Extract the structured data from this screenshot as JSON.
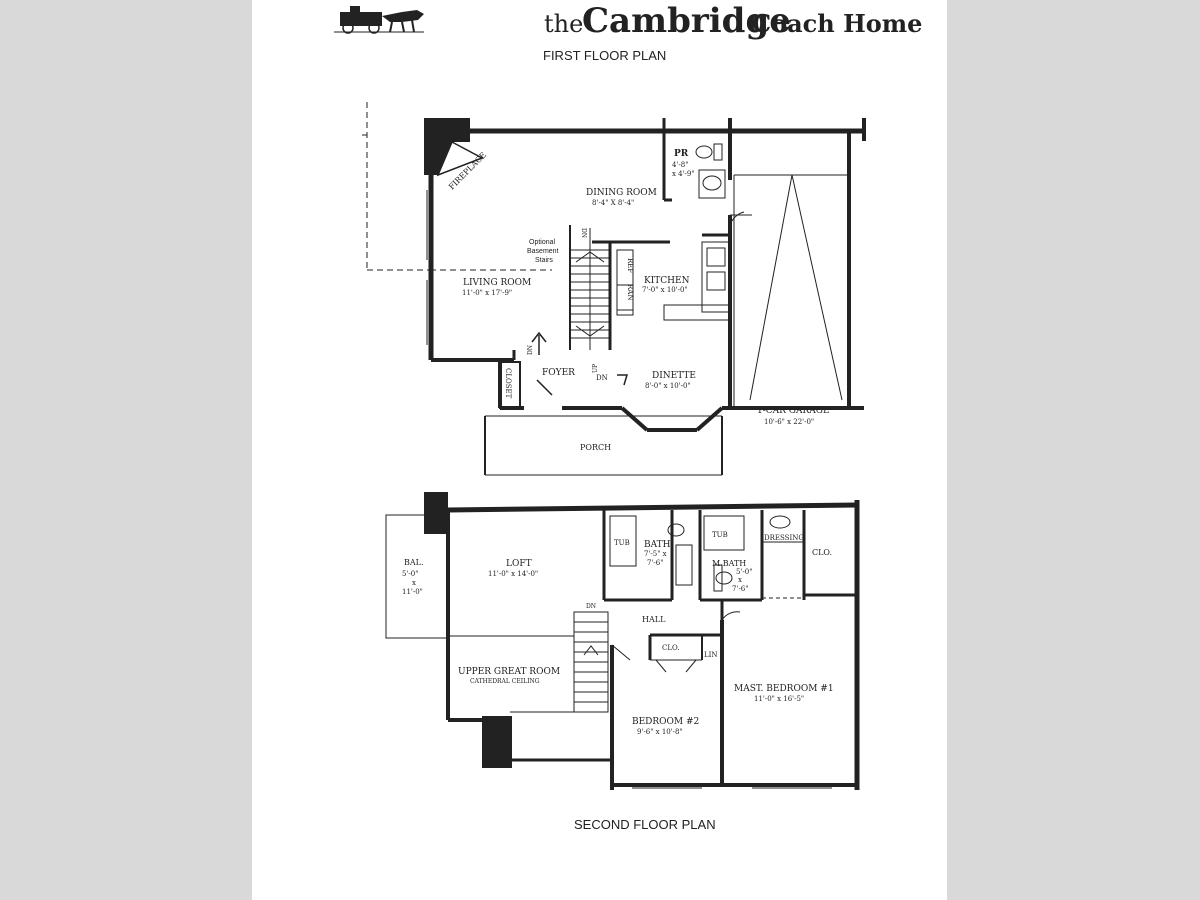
{
  "header": {
    "the": "the",
    "brand": "Cambridge",
    "suffix": "Coach Home",
    "first_floor_title": "FIRST FLOOR PLAN",
    "second_floor_title": "SECOND FLOOR PLAN"
  },
  "first_floor": {
    "fireplace": "FIREPLACE",
    "powder_room": {
      "name": "PR",
      "dim1": "4'-8\"",
      "dim2": "x 4'-9\""
    },
    "dining_room": {
      "name": "DINING ROOM",
      "dim": "8'-4\" X 8'-4\""
    },
    "optional_stairs": [
      "Optional",
      "Basement",
      "Stairs"
    ],
    "living_room": {
      "name": "LIVING ROOM",
      "dim": "11'-0\" x 17'-9\""
    },
    "kitchen": {
      "name": "KITCHEN",
      "dim": "7'-0\" x 10'-0\""
    },
    "ref": "REF",
    "ran": "RAN",
    "dn": "DN",
    "up": "UP",
    "foyer": "FOYER",
    "closet": "CLOSET",
    "dinette": {
      "name": "DINETTE",
      "dim": "8'-0\" x 10'-0\""
    },
    "garage": {
      "name": "1-CAR GARAGE",
      "dim": "10'-6\" x 22'-0\""
    },
    "porch": "PORCH"
  },
  "second_floor": {
    "balcony": {
      "name": "BAL.",
      "dim1": "5'-0\"",
      "x": "x",
      "dim2": "11'-0\""
    },
    "loft": {
      "name": "LOFT",
      "dim": "11'-0\" x 14'-0\""
    },
    "tub": "TUB",
    "bath": {
      "name": "BATH",
      "dim1": "7'-5\" x",
      "dim2": "7'-6\""
    },
    "mbath": {
      "name": "M.BATH",
      "dim1": "5'-0\"",
      "x": "x",
      "dim2": "7'-6\""
    },
    "dressing": "DRESSING",
    "clo": "CLO.",
    "hall": "HALL",
    "dn": "DN",
    "lin": "LIN",
    "upper_great_room": {
      "name": "UPPER GREAT ROOM",
      "sub": "CATHEDRAL CEILING"
    },
    "bedroom2": {
      "name": "BEDROOM #2",
      "dim": "9'-6\" x 10'-8\""
    },
    "master_bedroom": {
      "name": "MAST. BEDROOM #1",
      "dim": "11'-0\" x 16'-5\""
    }
  }
}
